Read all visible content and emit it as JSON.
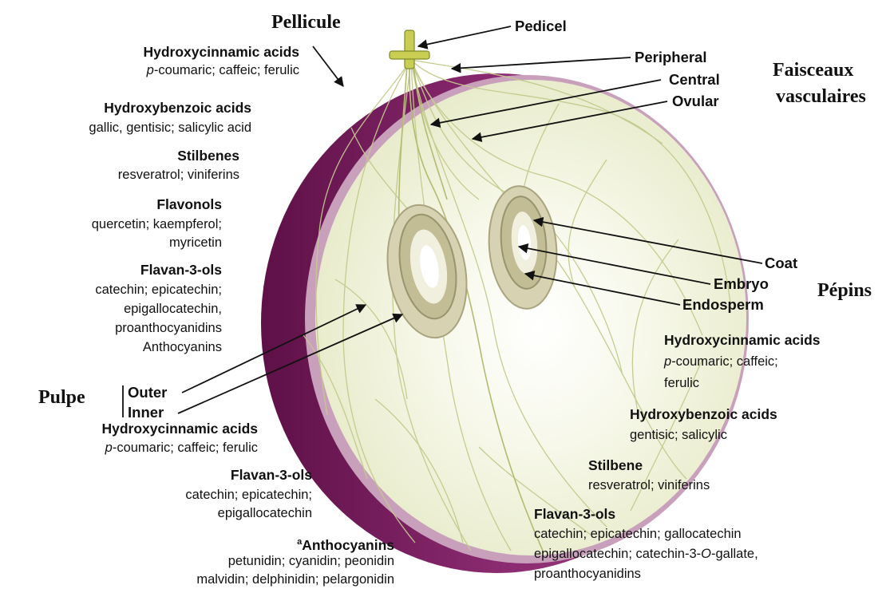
{
  "colors": {
    "skin_outer": "#6e1a55",
    "skin_mid": "#95307a",
    "skin_rim": "#c79ab8",
    "pulp": "#eef0d6",
    "pulp_center": "#fbfbf3",
    "vein": "#c6cd8f",
    "seed_outer": "#d4d1ae",
    "seed_coat": "#a9a480",
    "pedicel": "#b8bd4a"
  },
  "regions": {
    "pellicule": "Pellicule",
    "faisceaux_line1": "Faisceaux",
    "faisceaux_line2": "vasculaires",
    "pepins": "Pépins",
    "pulpe": "Pulpe"
  },
  "parts": {
    "pedicel": "Pedicel",
    "peripheral": "Peripheral",
    "central": "Central",
    "ovular": "Ovular",
    "coat": "Coat",
    "embryo": "Embryo",
    "endosperm": "Endosperm",
    "outer": "Outer",
    "inner": "Inner"
  },
  "skin_compounds": {
    "hca_title": "Hydroxycinnamic acids",
    "hca_p": "p",
    "hca_rest": "-coumaric; caffeic; ferulic",
    "hba_title": "Hydroxybenzoic acids",
    "hba_list": "gallic, gentisic; salicylic acid",
    "stil_title": "Stilbenes",
    "stil_list": "resveratrol; viniferins",
    "flavonols_title": "Flavonols",
    "flavonols_l1": "quercetin; kaempferol;",
    "flavonols_l2": "myricetin",
    "flavan_title": "Flavan-3-ols",
    "flavan_l1": "catechin; epicatechin;",
    "flavan_l2": "epigallocatechin,",
    "flavan_l3": "proanthocyanidins",
    "flavan_l4": "Anthocyanins"
  },
  "pulp_compounds": {
    "hca_title": "Hydroxycinnamic acids",
    "hca_p": "p",
    "hca_rest": "-coumaric; caffeic; ferulic",
    "flavan_title": "Flavan-3-ols",
    "flavan_l1": "catechin; epicatechin;",
    "flavan_l2": "epigallocatechin",
    "antho_sup": "a",
    "antho_title": "Anthocyanins",
    "antho_l1": "petunidin; cyanidin; peonidin",
    "antho_l2": "malvidin; delphinidin; pelargonidin"
  },
  "seed_compounds": {
    "hca_title": "Hydroxycinnamic acids",
    "hca_p": "p",
    "hca_rest1": "-coumaric; caffeic;",
    "hca_rest2": "ferulic",
    "hba_title": "Hydroxybenzoic acids",
    "hba_list": "gentisic; salicylic",
    "stil_title": "Stilbene",
    "stil_list": "resveratrol; viniferins",
    "flavan_title": "Flavan-3-ols",
    "flavan_l1": "catechin; epicatechin; gallocatechin",
    "flavan_l2a": "epigallocatechin; catechin-3-",
    "flavan_l2o": "O",
    "flavan_l2b": "-gallate,",
    "flavan_l3": "proanthocyanidins"
  }
}
